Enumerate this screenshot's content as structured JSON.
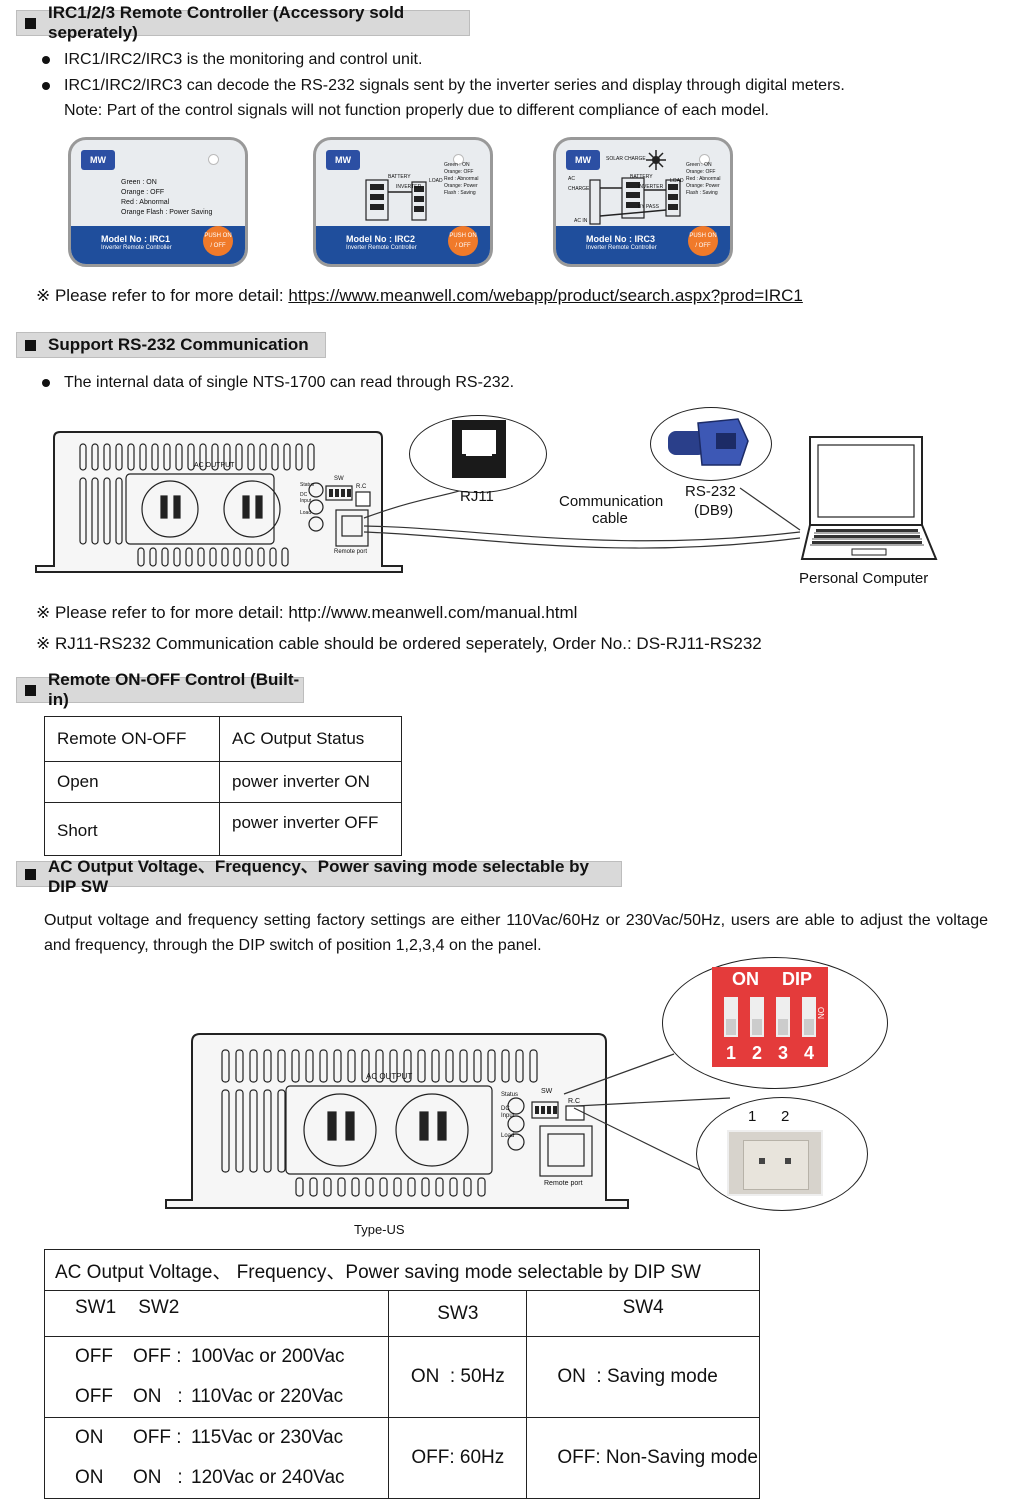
{
  "sections": {
    "irc": {
      "title": "IRC1/2/3 Remote Controller  (Accessory sold seperately)",
      "bullets": [
        "IRC1/IRC2/IRC3 is the monitoring and control unit.",
        "IRC1/IRC2/IRC3 can decode the RS-232 signals sent by the inverter series and display through digital meters."
      ],
      "note": "Note: Part of the control signals will not function properly due to different compliance of each model.",
      "refer_prefix": "※ Please refer to for more detail: ",
      "refer_link": "https://www.meanwell.com/webapp/product/search.aspx?prod=IRC1",
      "cards": [
        {
          "model": "Model No : IRC1",
          "sub": "Inverter Remote Controller",
          "push": "PUSH ON / OFF",
          "legend": [
            "Green        :   ON",
            "Orange       :   OFF",
            "Red            :   Abnormal",
            "Orange Flash  :  Power Saving"
          ]
        },
        {
          "model": "Model No : IRC2",
          "sub": "Inverter Remote Controller",
          "push": "PUSH ON / OFF",
          "labels": [
            "BATTERY",
            "INVERTER",
            "LOAD",
            "Green : ON",
            "Orange: OFF",
            "Red : Abnormal",
            "Orange: Power",
            "Flash : Saving"
          ]
        },
        {
          "model": "Model No : IRC3",
          "sub": "Inverter Remote Controller",
          "push": "PUSH ON / OFF",
          "labels": [
            "SOLAR CHARGE",
            "AC CHARGE",
            "BATTERY",
            "INVERTER",
            "LOAD",
            "BY PASS",
            "AC IN",
            "Green : ON",
            "Orange: OFF",
            "Red : Abnormal",
            "Orange: Power",
            "Flash : Saving"
          ]
        }
      ],
      "logo_text": "MW"
    },
    "rs232": {
      "title": "Support RS-232 Communication",
      "bullet": "The internal data of single NTS-1700 can read through RS-232.",
      "labels": {
        "ac_output": "AC OUTPUT",
        "sw": "SW",
        "rc": "R.C",
        "status": "Status",
        "dc_input": "DC Input",
        "load": "Load",
        "remote_port": "Remote port",
        "rj11": "RJ11",
        "comm_cable_1": "Communication",
        "comm_cable_2": "cable",
        "rs232": "RS-232",
        "db9": "(DB9)",
        "pc": "Personal Computer"
      },
      "note1": "※ Please refer to for more detail: http://www.meanwell.com/manual.html",
      "note2": "※ RJ11-RS232 Communication cable should be ordered seperately, Order No.: DS-RJ11-RS232"
    },
    "remote": {
      "title": "Remote ON-OFF Control (Built-in)",
      "table": [
        [
          "Remote ON-OFF",
          "AC Output Status"
        ],
        [
          "Open",
          "power inverter ON"
        ],
        [
          "Short",
          "power inverter OFF"
        ]
      ]
    },
    "dip": {
      "title": "AC Output Voltage、Frequency、Power saving mode selectable by DIP SW",
      "paragraph": "Output voltage and frequency setting factory settings are either 110Vac/60Hz or 230Vac/50Hz, users are able to adjust the voltage and frequency, through the DIP switch of position 1,2,3,4 on the panel.",
      "zoom_labels": {
        "on": "ON",
        "dip": "DIP",
        "numbers": [
          "1",
          "2",
          "3",
          "4"
        ],
        "side_on": "ON"
      },
      "connector_labels": [
        "1",
        "2"
      ],
      "type_label": "Type-US",
      "table_title": "AC Output Voltage、  Frequency、Power saving mode selectable by DIP SW",
      "headers": {
        "sw1": "SW1",
        "sw2": "SW2",
        "sw3": "SW3",
        "sw4": "SW4"
      },
      "rows": [
        {
          "sw1": "OFF",
          "sw2": "OFF :",
          "voltage": "100Vac or 200Vac"
        },
        {
          "sw1": "OFF",
          "sw2": "ON   :",
          "voltage": "110Vac or 220Vac"
        },
        {
          "sw1": "ON",
          "sw2": "OFF :",
          "voltage": "115Vac or 230Vac"
        },
        {
          "sw1": "ON",
          "sw2": "ON   :",
          "voltage": "120Vac or 240Vac"
        }
      ],
      "sw3": [
        "ON  : 50Hz",
        "OFF: 60Hz"
      ],
      "sw4": [
        "ON  : Saving mode",
        "OFF: Non-Saving mode"
      ]
    }
  }
}
